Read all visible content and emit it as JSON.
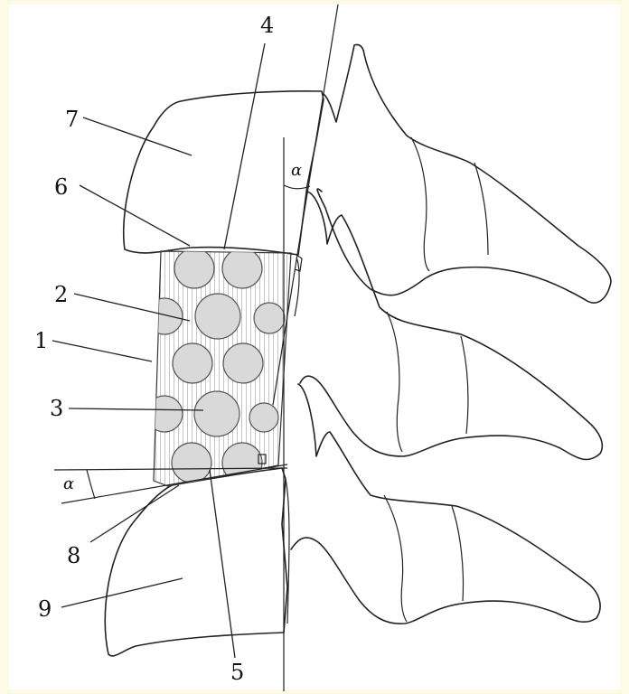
{
  "labels": {
    "l1": "1",
    "l2": "2",
    "l3": "3",
    "l4": "4",
    "l5": "5",
    "l6": "6",
    "l7": "7",
    "l8": "8",
    "l9": "9",
    "alpha_top": "α",
    "alpha_left": "α"
  },
  "colors": {
    "frame": "#fdfbe6",
    "line": "#222222",
    "hole_fill": "#d9d9d9"
  }
}
